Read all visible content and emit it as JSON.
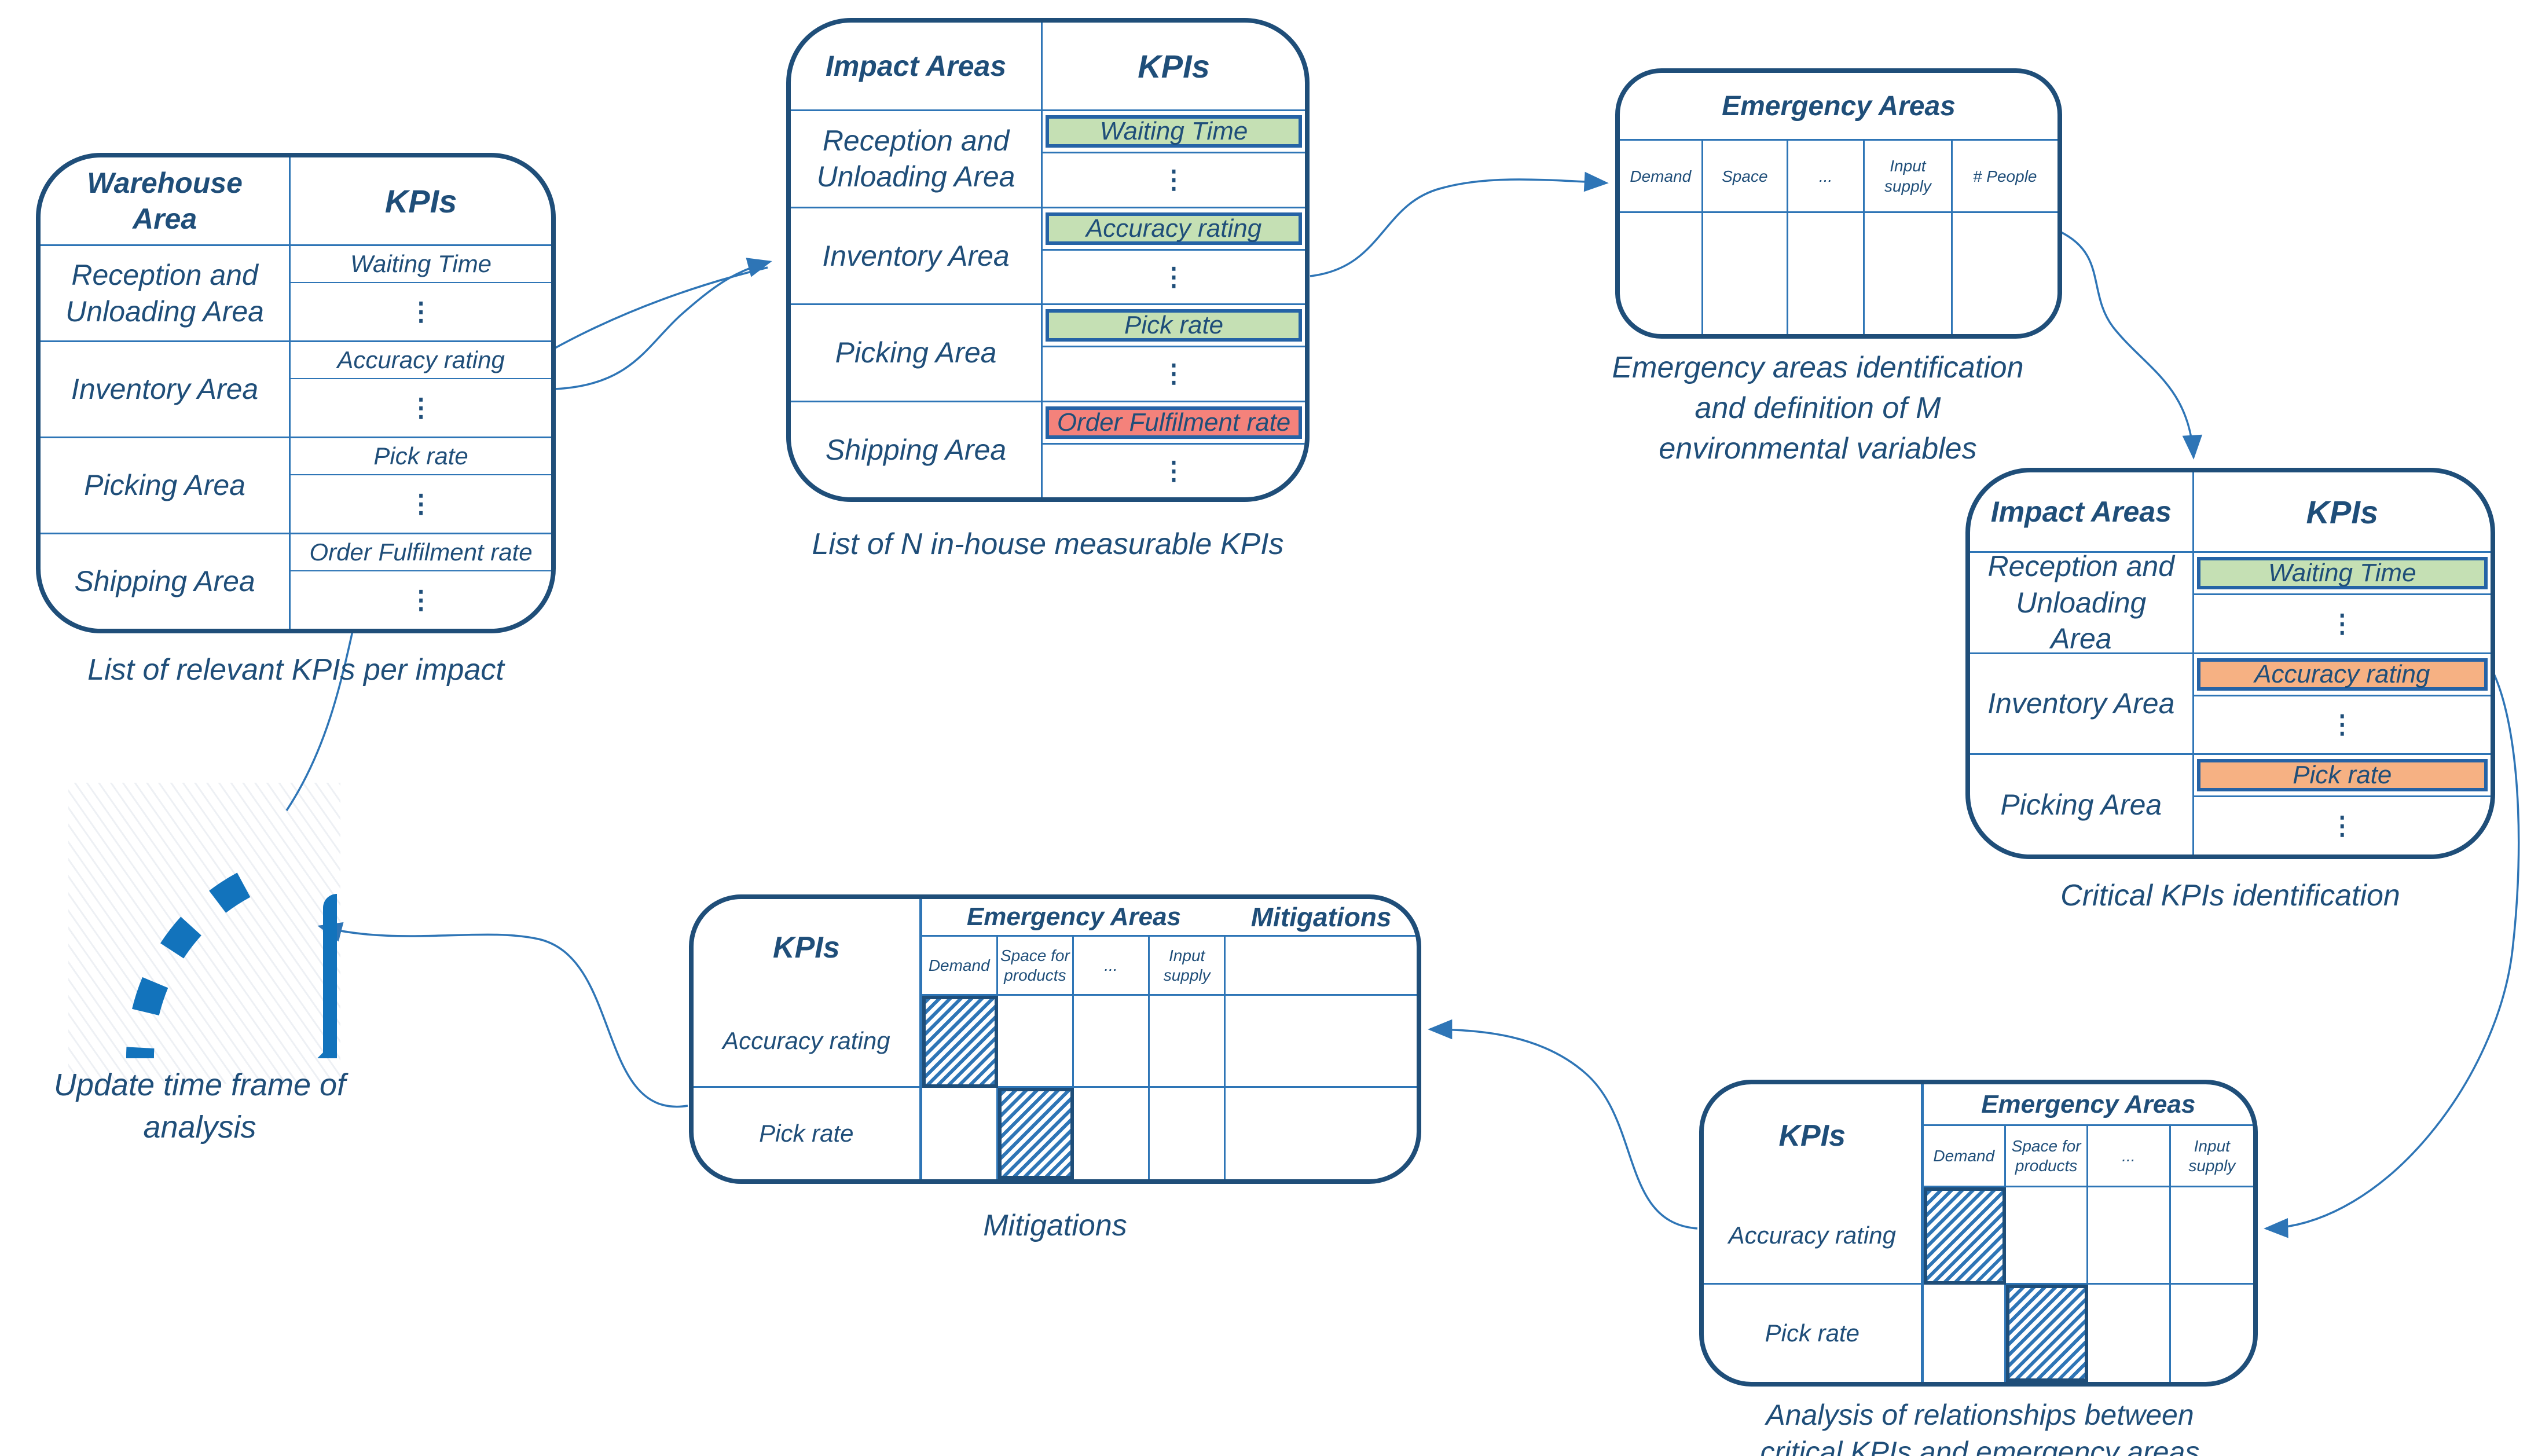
{
  "colors": {
    "navy": "#1F4E79",
    "grid": "#2E75B6",
    "arrow": "#2E75B6",
    "chipborder": "#2563A6",
    "green": "#C5E0B4",
    "red": "#F4827B",
    "orange": "#F6B183",
    "clockblue": "#1273BC",
    "clockfill": "#C9E9FA",
    "text": "#1F4E79"
  },
  "dots": "⋮",
  "warehouse_table": {
    "headers": {
      "area": "Warehouse Area",
      "kpis": "KPIs"
    },
    "caption": "List of relevant KPIs per impact",
    "rows": [
      {
        "area": "Reception and Unloading Area",
        "kpi": "Waiting Time"
      },
      {
        "area": "Inventory Area",
        "kpi": "Accuracy rating"
      },
      {
        "area": "Picking  Area",
        "kpi": "Pick rate"
      },
      {
        "area": "Shipping Area",
        "kpi": "Order Fulfilment rate"
      }
    ]
  },
  "inhouse_table": {
    "headers": {
      "area": "Impact Areas",
      "kpis": "KPIs"
    },
    "caption": "List of N in-house measurable KPIs",
    "rows": [
      {
        "area": "Reception and Unloading Area",
        "kpi": "Waiting Time",
        "highlight": "green"
      },
      {
        "area": "Inventory Area",
        "kpi": "Accuracy rating",
        "highlight": "green"
      },
      {
        "area": "Picking  Area",
        "kpi": "Pick rate",
        "highlight": "green"
      },
      {
        "area": "Shipping Area",
        "kpi": "Order Fulfilment rate",
        "highlight": "red"
      }
    ]
  },
  "emergency_table": {
    "title": "Emergency Areas",
    "columns": [
      "Demand",
      "Space",
      "...",
      "Input supply",
      "# People"
    ],
    "caption_lines": [
      "Emergency areas identification",
      "and definition of M",
      "environmental variables"
    ]
  },
  "critical_table": {
    "headers": {
      "area": "Impact Areas",
      "kpis": "KPIs"
    },
    "caption": "Critical KPIs identification",
    "rows": [
      {
        "area": "Reception and Unloading Area",
        "kpi": "Waiting Time",
        "highlight": "green"
      },
      {
        "area": "Inventory Area",
        "kpi": "Accuracy rating",
        "highlight": "orange"
      },
      {
        "area": "Picking  Area",
        "kpi": "Pick rate",
        "highlight": "orange"
      }
    ]
  },
  "analysis_table": {
    "kpis_header": "KPIs",
    "group_header": "Emergency Areas",
    "columns": [
      "Demand",
      "Space for products",
      "...",
      "Input supply"
    ],
    "rows": [
      {
        "kpi": "Accuracy rating"
      },
      {
        "kpi": "Pick rate"
      }
    ],
    "caption_lines": [
      "Analysis of relationships between",
      "critical KPIs and emergency areas"
    ]
  },
  "mitigations_table": {
    "kpis_header": "KPIs",
    "group_header": "Emergency Areas",
    "mitigations_header": "Mitigations",
    "columns": [
      "Demand",
      "Space for products",
      "...",
      "Input supply"
    ],
    "rows": [
      {
        "kpi": "Accuracy rating"
      },
      {
        "kpi": "Pick rate"
      }
    ],
    "caption": "Mitigations"
  },
  "clock": {
    "caption": "Update time frame of analysis"
  }
}
